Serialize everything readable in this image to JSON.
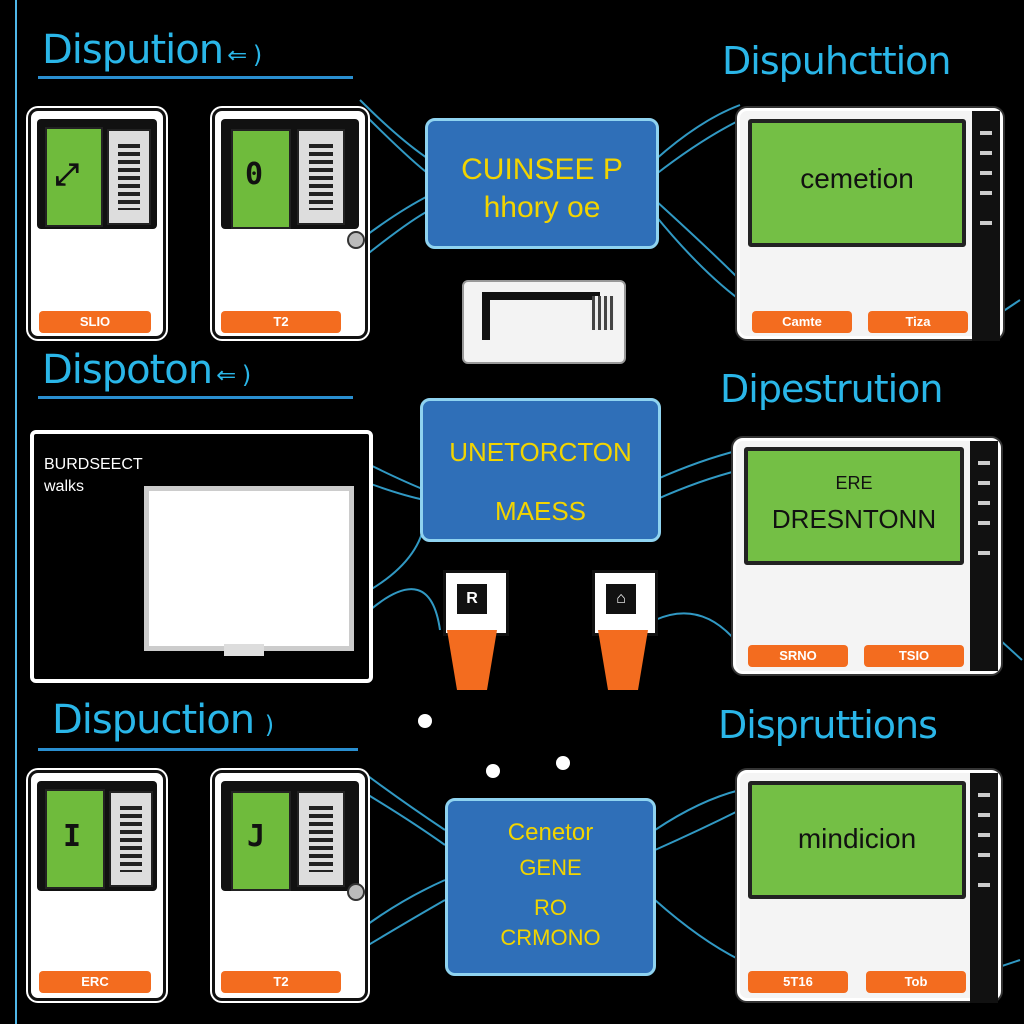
{
  "headings": {
    "top_left": "Dispution",
    "top_left_tail": "⇐ )",
    "top_right": "Dispuhcttion",
    "mid_left": "Dispoton",
    "mid_left_tail": "⇐ )",
    "mid_right": "Dipestrution",
    "bottom_left": "Dispuction",
    "bottom_left_tail": " )",
    "bottom_right": "Dispruttions"
  },
  "hubs": {
    "top": [
      "CUINSEE P",
      "hhory oe"
    ],
    "middle": [
      "UNETORCTON",
      "MAESS"
    ],
    "bottom": [
      "Cenetor",
      "GENE",
      "RO",
      "CRMONO"
    ]
  },
  "panels": {
    "top": {
      "screen": [
        "cemetion"
      ],
      "buttons": [
        "Camte",
        "Tiza"
      ]
    },
    "middle": {
      "screen": [
        "ERE",
        "DRESNTONN"
      ],
      "buttons": [
        "SRNO",
        "TSIO"
      ]
    },
    "bottom": {
      "screen": [
        "mindicion"
      ],
      "buttons": [
        "5T16",
        "Tob"
      ]
    }
  },
  "devices": {
    "top_left": {
      "glyph": "⤢",
      "button": "SLIO"
    },
    "top_mid": {
      "glyph": "0",
      "button": "T2"
    },
    "bottom_left": {
      "glyph": "I",
      "button": "ERC"
    },
    "bottom_mid": {
      "glyph": "J",
      "button": "T2"
    }
  },
  "monitor": {
    "lines": [
      "BURDSEECT",
      "walks"
    ]
  },
  "phones": {
    "left_glyph": "R",
    "right_glyph": "⌂"
  },
  "colors": {
    "wire": "#3ab4e6",
    "hub": "#2f6fb8",
    "screen": "#74bf45",
    "button": "#f36c1f",
    "accent_text": "#f2d400"
  }
}
